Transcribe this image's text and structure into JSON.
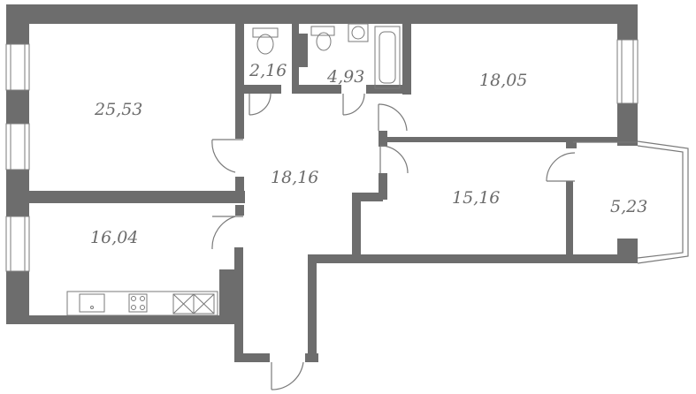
{
  "plan": {
    "wall_color": "#6d6d6d",
    "line_color": "#7a7a7a",
    "background": "#ffffff",
    "rooms": [
      {
        "id": "living-room",
        "area": "25,53"
      },
      {
        "id": "wc",
        "area": "2,16"
      },
      {
        "id": "bathroom",
        "area": "4,93"
      },
      {
        "id": "bedroom-1",
        "area": "18,05"
      },
      {
        "id": "hallway",
        "area": "18,16"
      },
      {
        "id": "bedroom-2",
        "area": "15,16"
      },
      {
        "id": "balcony",
        "area": "5,23"
      },
      {
        "id": "kitchen",
        "area": "16,04"
      }
    ]
  }
}
